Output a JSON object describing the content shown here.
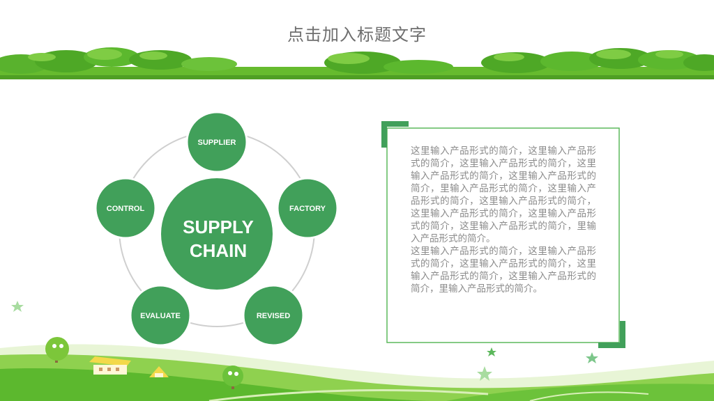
{
  "title": "点击加入标题文字",
  "diagram": {
    "center_line1": "SUPPLY",
    "center_line2": "CHAIN",
    "nodes": {
      "supplier": "SUPPLIER",
      "factory": "FACTORY",
      "revised": "REVISED",
      "evaluate": "EVALUATE",
      "control": "CONTROL"
    }
  },
  "textbox": {
    "paragraph1": "这里输入产品形式的简介，这里输入产品形式的简介，这里输入产品形式的简介，这里输入产品形式的简介，这里输入产品形式的简介，里输入产品形式的简介，这里输入产品形式的简介，这里输入产品形式的简介，这里输入产品形式的简介，这里输入产品形式的简介，这里输入产品形式的简介，里输入产品形式的简介。",
    "paragraph2": "这里输入产品形式的简介，这里输入产品形式的简介，这里输入产品形式的简介，这里输入产品形式的简介，这里输入产品形式的简介，里输入产品形式的简介。"
  },
  "colors": {
    "accent_green": "#41a05a",
    "grass_green": "#5cb82e",
    "text_gray": "#8a8a8a",
    "title_gray": "#6e6e6e"
  }
}
